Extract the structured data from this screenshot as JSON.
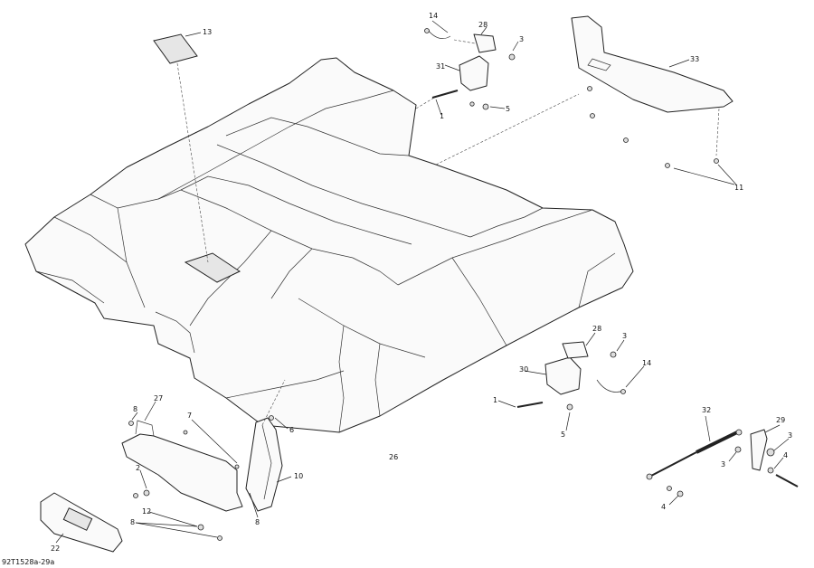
{
  "diagram_code": "92T1528a-29a",
  "callouts": {
    "c1a": "1",
    "c1b": "1",
    "c2": "2",
    "c3a": "3",
    "c3b": "3",
    "c3c": "3",
    "c3d": "3",
    "c4a": "4",
    "c4b": "4",
    "c5a": "5",
    "c5b": "5",
    "c6": "6",
    "c7": "7",
    "c8a": "8",
    "c8b": "8",
    "c8c": "8",
    "c10": "10",
    "c11": "11",
    "c12": "12",
    "c13": "13",
    "c14a": "14",
    "c14b": "14",
    "c22": "22",
    "c26": "26",
    "c27": "27",
    "c28a": "28",
    "c28b": "28",
    "c29": "29",
    "c30": "30",
    "c31": "31",
    "c32": "32",
    "c33": "33"
  }
}
